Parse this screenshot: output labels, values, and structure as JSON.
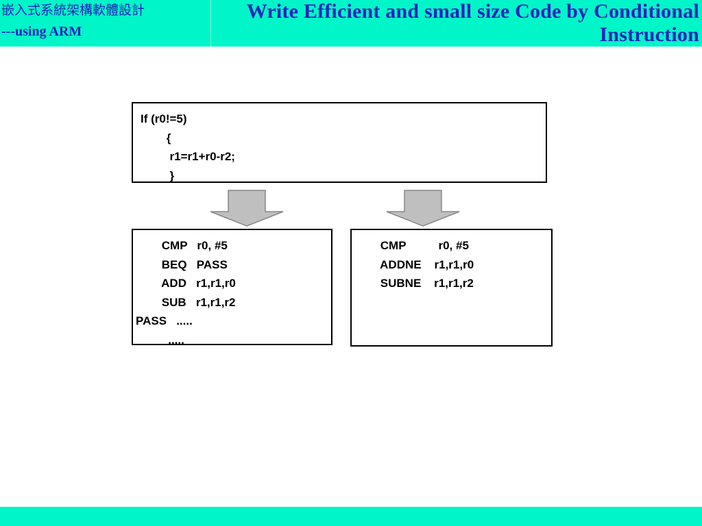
{
  "header": {
    "subject_title_cn": "嵌入式系統架構軟體設計",
    "subject_subtitle": "---using ARM",
    "slide_title": "Write Efficient and small size Code by Conditional Instruction",
    "band_color": "#00f5c8",
    "title_color": "#2424bb"
  },
  "footer": {
    "band_color": "#00f5c8"
  },
  "c_code_box": {
    "lines": [
      "If (r0!=5)",
      "        {",
      "         r1=r1+r0-r2;",
      "         }"
    ]
  },
  "arrows": {
    "fill_color": "#bfbfbf",
    "stroke_color": "#808080",
    "left_label": "down-arrow",
    "right_label": "down-arrow"
  },
  "asm_box_left": {
    "lines": [
      "        CMP   r0, #5",
      "        BEQ   PASS",
      "        ADD   r1,r1,r0",
      "        SUB   r1,r1,r2",
      "PASS   .....",
      "          ....."
    ]
  },
  "asm_box_right": {
    "lines": [
      "        CMP          r0, #5",
      "        ADDNE    r1,r1,r0",
      "        SUBNE    r1,r1,r2",
      "",
      "",
      ""
    ]
  }
}
